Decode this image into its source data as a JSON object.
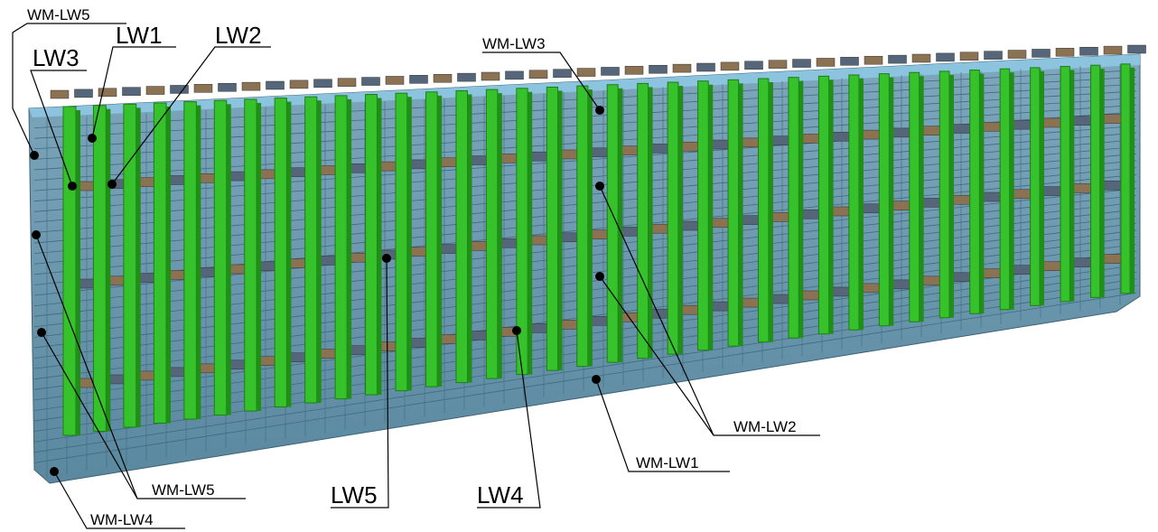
{
  "labels": {
    "wm_lw5_top": "WM-LW5",
    "lw3": "LW3",
    "lw1": "LW1",
    "lw2": "LW2",
    "wm_lw3": "WM-LW3",
    "wm_lw2": "WM-LW2",
    "wm_lw1": "WM-LW1",
    "wm_lw5_bottom": "WM-LW5",
    "lw5": "LW5",
    "lw4": "LW4",
    "wm_lw4": "WM-LW4"
  },
  "colors": {
    "wall_blue": "#5f8ea5",
    "wall_light": "#8fb6c8",
    "wall_top": "#7fb7d3",
    "stiffener_green": "#36c22a",
    "stiffener_dark": "#1e7d17",
    "tie_brown": "#8a7252",
    "tie_slate": "#55657a"
  }
}
